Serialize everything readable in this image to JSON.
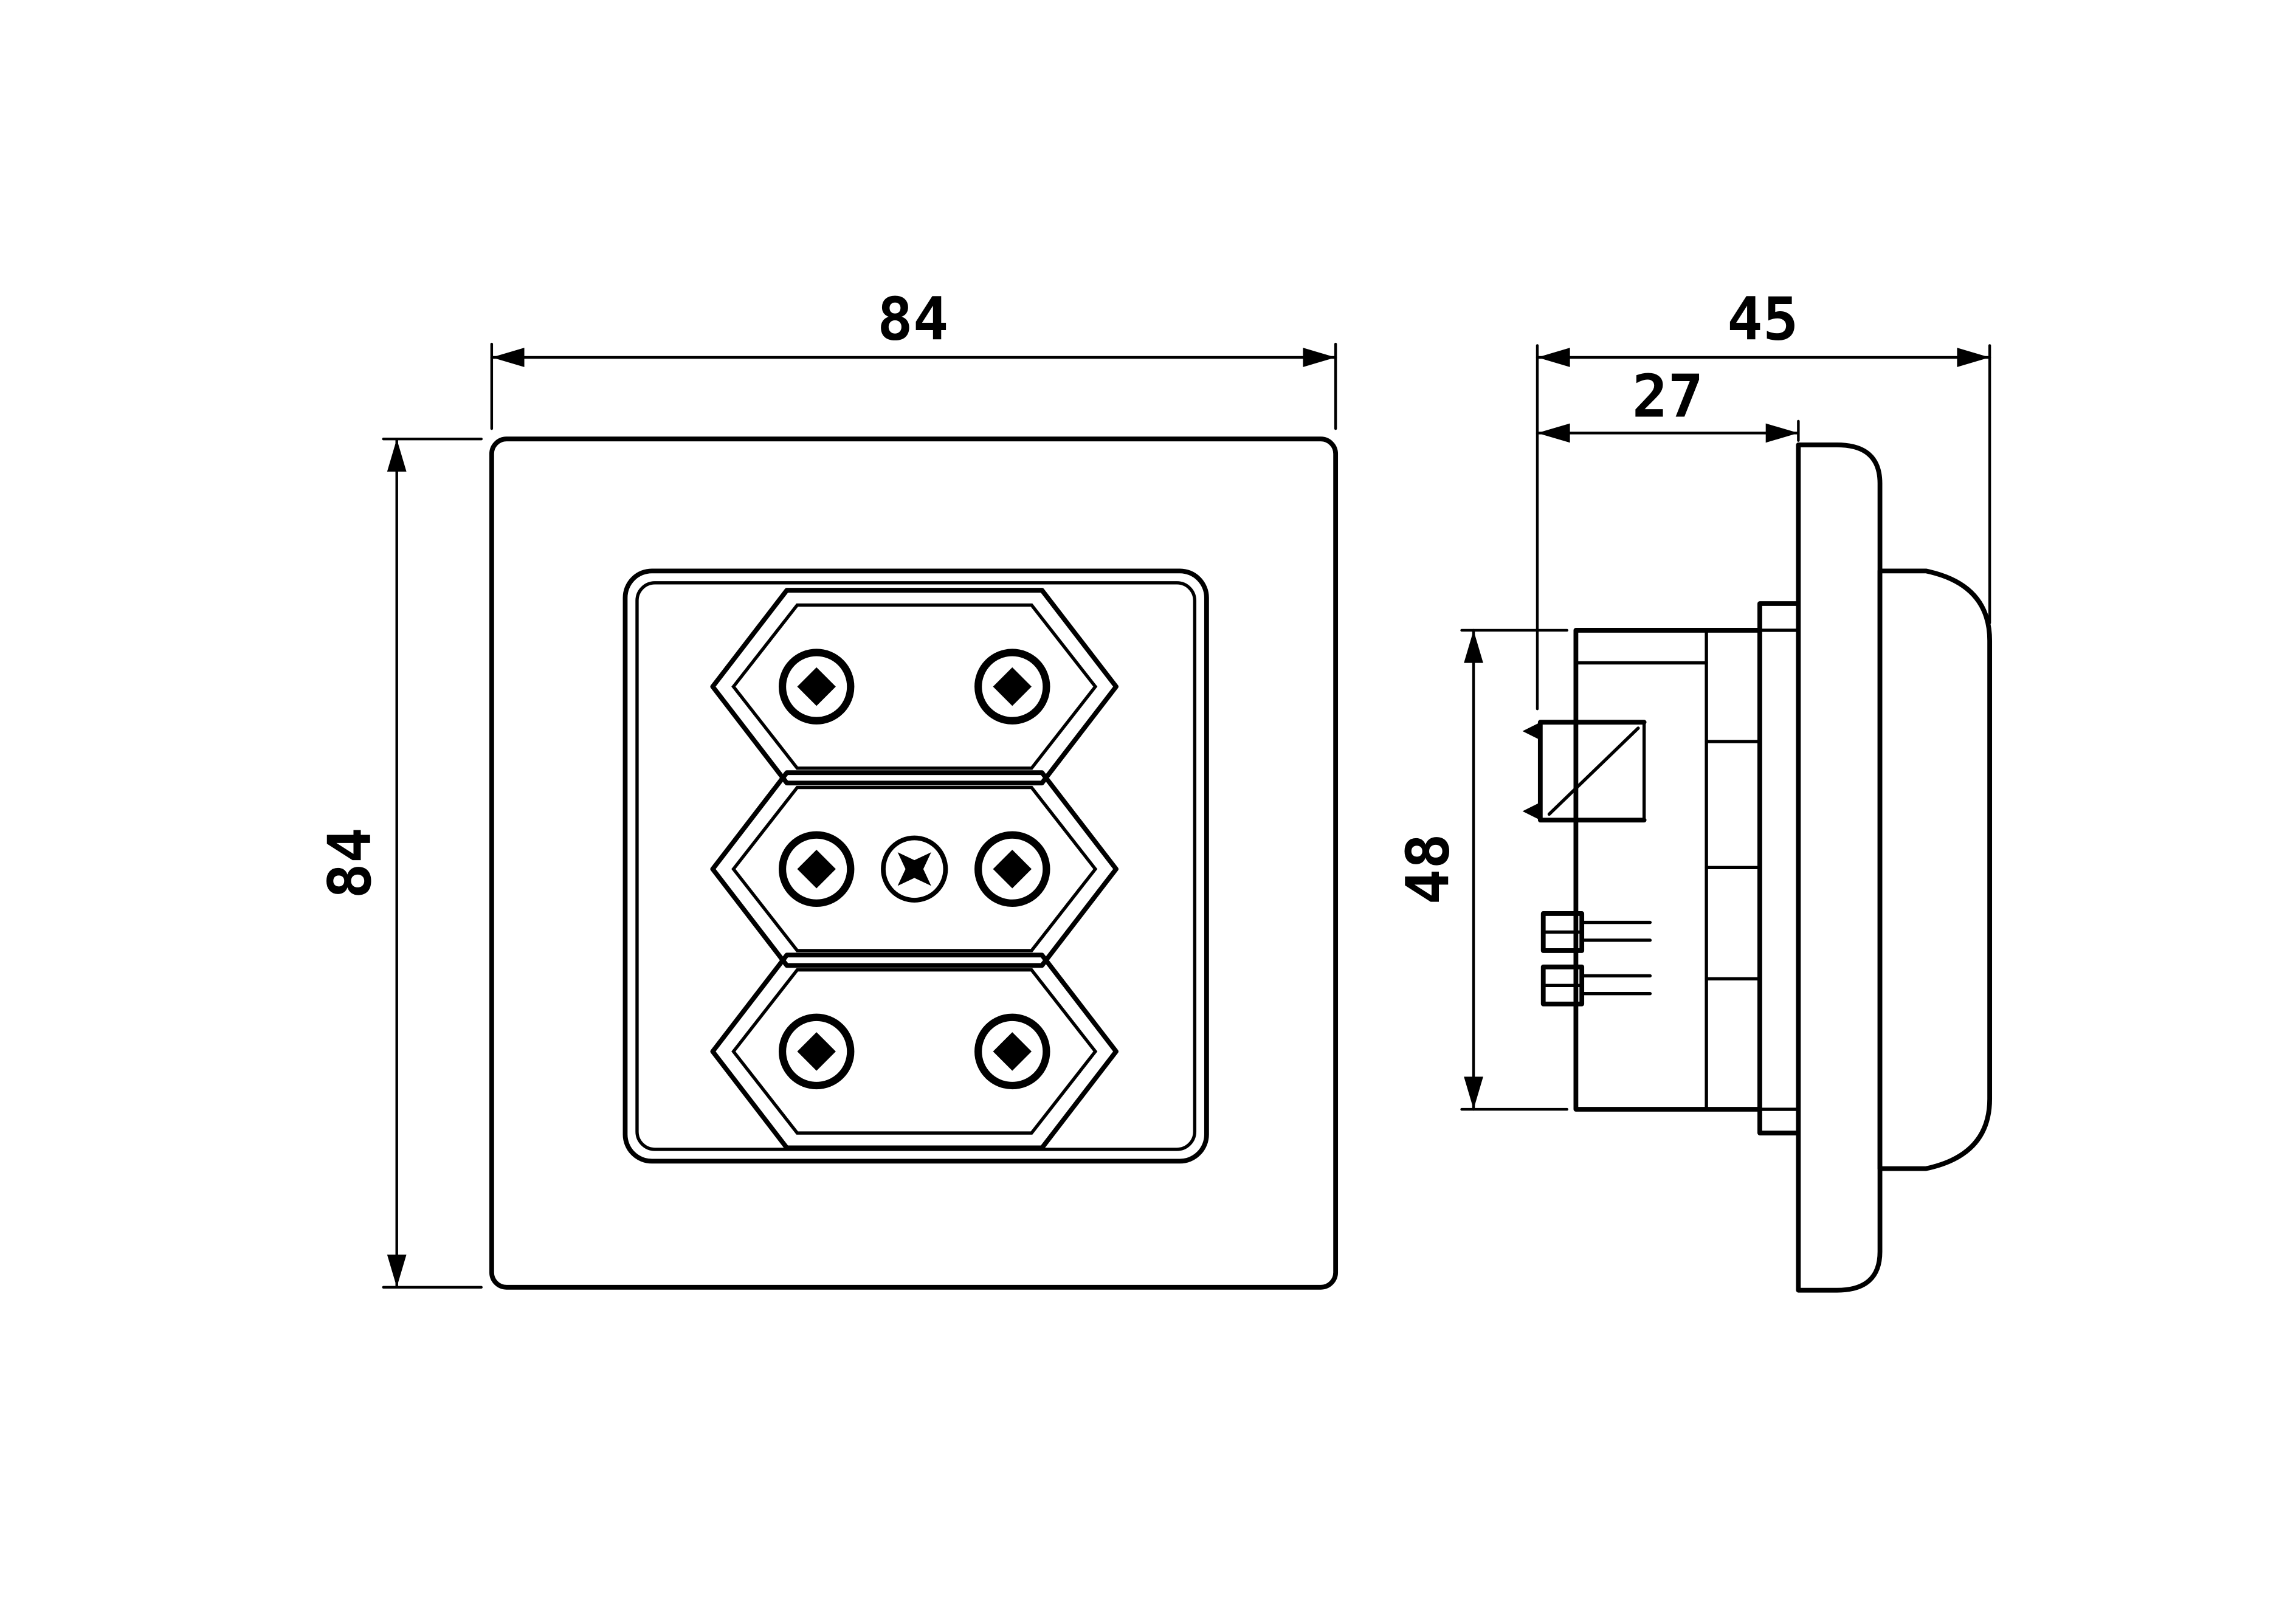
{
  "colors": {
    "line": "#000000",
    "background": "#ffffff"
  },
  "dimension_labels": {
    "front_width": "84",
    "front_height": "84",
    "side_total_depth": "45",
    "side_recess_depth": "27",
    "side_mechanism_height": "48"
  }
}
